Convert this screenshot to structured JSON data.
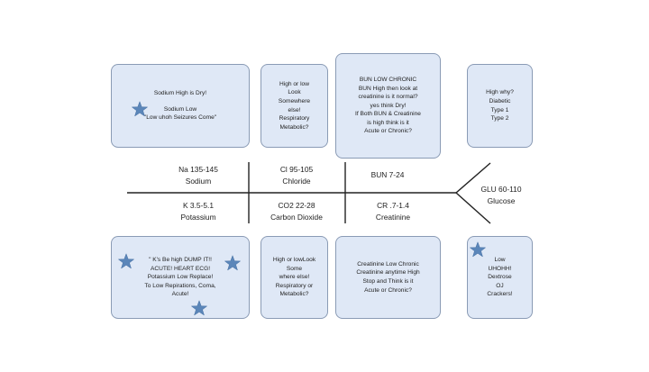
{
  "boxes": {
    "top_sodium": {
      "line1": "Sodium High is Dry!",
      "line2": "Sodium Low",
      "line3": "\"Low uhoh Seizures Come\""
    },
    "top_chloride": {
      "lines": [
        "High or low",
        "Look",
        "Somewhere",
        "else!",
        "Respiratory",
        "Metabolic?"
      ]
    },
    "top_bun": {
      "lines": [
        "BUN LOW CHRONIC",
        "BUN High then look at",
        "creatinine is it normal?",
        "yes think Dry!",
        "If Both BUN & Creatinine",
        "is high think is it",
        "Acute or Chronic?"
      ]
    },
    "top_glucose": {
      "lines": [
        "High why?",
        "Diabetic",
        "Type 1",
        "Type  2"
      ]
    },
    "bottom_potassium": {
      "lines": [
        "\" K's Be high DUMP IT!!",
        "ACUTE! HEART ECG!",
        "Potassium Low Replace!",
        "To Low Repirations, Coma,",
        "Acute!"
      ]
    },
    "bottom_co2": {
      "lines": [
        "High or lowLook",
        "Some",
        "where else!",
        "Respiratory or",
        "Metabolic?"
      ]
    },
    "bottom_creatinine": {
      "lines": [
        "Creatinine Low Chronic",
        "Creatinine anytime High",
        "Stop and Think is it",
        "Acute or Chronic?"
      ]
    },
    "bottom_glucose": {
      "lines": [
        "Low",
        "UHOHH!",
        "Dextrose",
        "OJ",
        "Crackers!"
      ]
    }
  },
  "labels": {
    "sodium": {
      "range": "Na 135-145",
      "name": "Sodium"
    },
    "chloride": {
      "range": "Cl 95-105",
      "name": "Chloride"
    },
    "bun": {
      "range": "BUN 7-24"
    },
    "potassium": {
      "range": "K 3.5-5.1",
      "name": "Potassium"
    },
    "co2": {
      "range": "CO2 22-28",
      "name": "Carbon Dioxide"
    },
    "creatinine": {
      "range": "CR .7-1.4",
      "name": "Creatinine"
    },
    "glucose": {
      "range": "GLU 60-110",
      "name": "Glucose"
    }
  },
  "colors": {
    "box_fill": "#dfe8f6",
    "box_border": "#8a9bb5",
    "star": "#5b86b9",
    "line": "#222222"
  }
}
